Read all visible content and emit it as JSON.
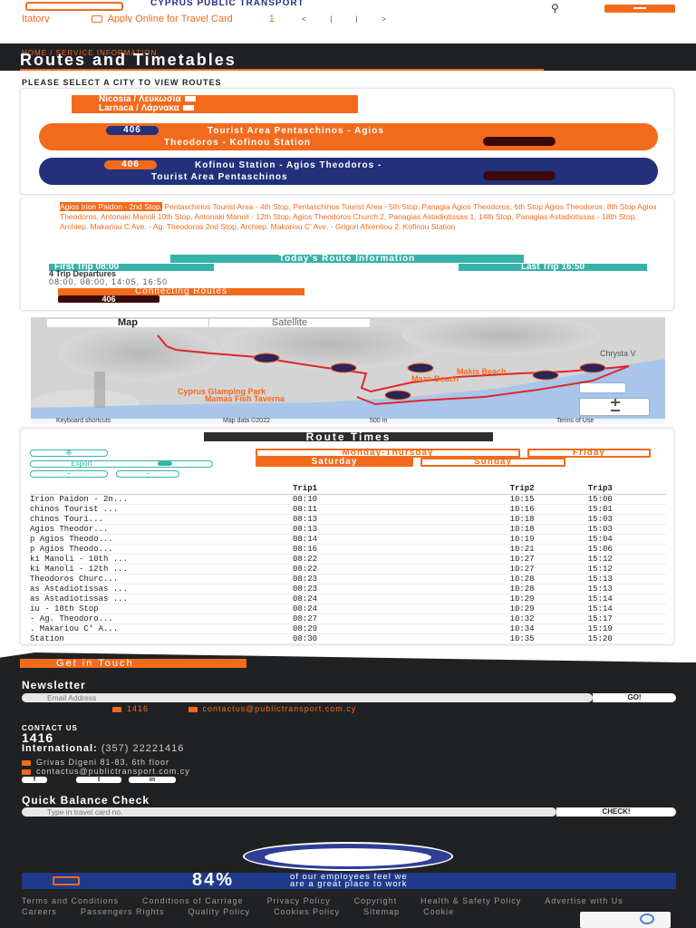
{
  "header": {
    "logo_text": "CYPRUS PUBLIC TRANSPORT",
    "nav_left": "Itatory",
    "nav_apply": "Apply Online for Travel Card",
    "nav_num": "1",
    "search_icon": "search-icon",
    "menu_icon": "hamburger-icon",
    "colors": {
      "accent": "#f26b1d",
      "navy": "#23307c",
      "teal": "#36b2ab",
      "dark": "#1f2124"
    }
  },
  "page": {
    "breadcrumb": "HOME / SERVICE INFORMATION",
    "title": "Routes and Timetables",
    "select_city": "PLEASE SELECT A CITY TO VIEW ROUTES"
  },
  "cities": [
    {
      "label": "Nicosia / Λευκωσία"
    },
    {
      "label": "Larnaca / Λάρνακα"
    }
  ],
  "routes": [
    {
      "number": "406",
      "line1": "Tourist Area Pentaschinos - Agios",
      "line2": "Theodoros - Kofinou Station"
    },
    {
      "number": "406",
      "line1": "Kofinou Station - Agios Theodoros -",
      "line2": "Tourist Area Pentaschinos"
    }
  ],
  "stops": {
    "highlight": "Agios Irion Paidon - 2nd Stop,",
    "text": " Pentaschinos Tourist Area - 4th Stop, Pentaschinos Tourist Area - 5th Stop, Panagia Agios Theodoros, 6th Stop Agios Theodoros, 8th Stop Agios Theodoros, Antonaki Manoli 10th Stop, Antonaki Manoli - 12th Stop, Agios Theodoros Church 2, Panagias Astadiotissas 1, 14th Stop, Panagias Astadiotissas - 18th Stop, Archiep. Makariou C Ave. - Ag. Theodoros 2nd Stop, Archiep. Makariou C' Ave. - Grigori Afxentiou 2, Kofinou Station"
  },
  "today": {
    "heading": "Today's Route Information",
    "first_trip": "First Trip 08:00",
    "last_trip": "Last Trip 16:50",
    "trip_count": "4 Trip Departures",
    "departures": "08:00, 08:00, 14:05, 16:50",
    "connecting_label": "Connecting Routes",
    "connecting_badge": "406"
  },
  "map": {
    "tab_map": "Map",
    "tab_satellite": "Satellite",
    "place_1": "Cyprus Glamping Park",
    "place_2": "Mamas Fish Taverna",
    "place_3": "Makis Beach",
    "place_4": "Mazo Beach",
    "place_5": "Chrysta V",
    "footer_keyboard": "Keyboard shortcuts",
    "footer_data": "Map data ©2022",
    "footer_scale": "500 m",
    "footer_terms": "Terms of Use"
  },
  "times": {
    "title": "Route Times",
    "export_label": "Export",
    "days": [
      "Monday-Thursday",
      "Friday",
      "Saturday",
      "Sunday"
    ],
    "active_day": "Saturday",
    "headers": [
      "",
      "Trip1",
      "Trip2",
      "Trip3"
    ],
    "rows": [
      [
        "Irion Paidon - 2n...",
        "08:10",
        "10:15",
        "15:00"
      ],
      [
        "chinos Tourist ...",
        "08:11",
        "10:16",
        "15:01"
      ],
      [
        "chinos Touri...",
        "08:13",
        "10:18",
        "15:03"
      ],
      [
        "Agios Theodor...",
        "08:13",
        "10:18",
        "15:03"
      ],
      [
        "p Agios Theodo...",
        "08:14",
        "10:19",
        "15:04"
      ],
      [
        "p Agios Theodo...",
        "08:16",
        "10:21",
        "15:06"
      ],
      [
        "ki Manoli - 10th ...",
        "08:22",
        "10:27",
        "15:12"
      ],
      [
        "ki Manoli - 12th ...",
        "08:22",
        "10:27",
        "15:12"
      ],
      [
        "Theodoros Churc...",
        "08:23",
        "10:28",
        "15:13"
      ],
      [
        "as Astadiotissas ...",
        "08:23",
        "10:28",
        "15:13"
      ],
      [
        "as Astadiotissas ...",
        "08:24",
        "10:29",
        "15:14"
      ],
      [
        "iu - 18th Stop",
        "08:24",
        "10:29",
        "15:14"
      ],
      [
        "- Ag. Theodoro...",
        "08:27",
        "10:32",
        "15:17"
      ],
      [
        ". Makariou C' A...",
        "08:29",
        "10:34",
        "15:19"
      ],
      [
        "Station",
        "08:30",
        "10:35",
        "15:20"
      ]
    ]
  },
  "footer": {
    "get_in_touch": "Get in Touch",
    "newsletter": "Newsletter",
    "email_placeholder": "Email Address",
    "go": "GO!",
    "phone_small": "1416",
    "email_small": "contactus@publictransport.com.cy",
    "contact_heading": "CONTACT US",
    "phone_big": "1416",
    "international_label": "International:",
    "international_number": "(357) 22221416",
    "address": "Grivas Digeni 81-83, 6th floor",
    "email": "contactus@publictransport.com.cy",
    "social": [
      "f",
      "t",
      "in"
    ],
    "quick_balance": "Quick Balance Check",
    "card_placeholder": "Type in travel card no.",
    "check": "CHECK!",
    "banner_pct": "84%",
    "banner_line1": "of our employees feel we",
    "banner_line2": "are a great place to work",
    "links": [
      "Terms and Conditions",
      "Conditions of Carriage",
      "Privacy Policy",
      "Copyright",
      "Health & Safety Policy",
      "Advertise with Us",
      "Careers",
      "Passengers Rights",
      "Quality Policy",
      "Cookies Policy",
      "Sitemap",
      "Cookie"
    ]
  }
}
